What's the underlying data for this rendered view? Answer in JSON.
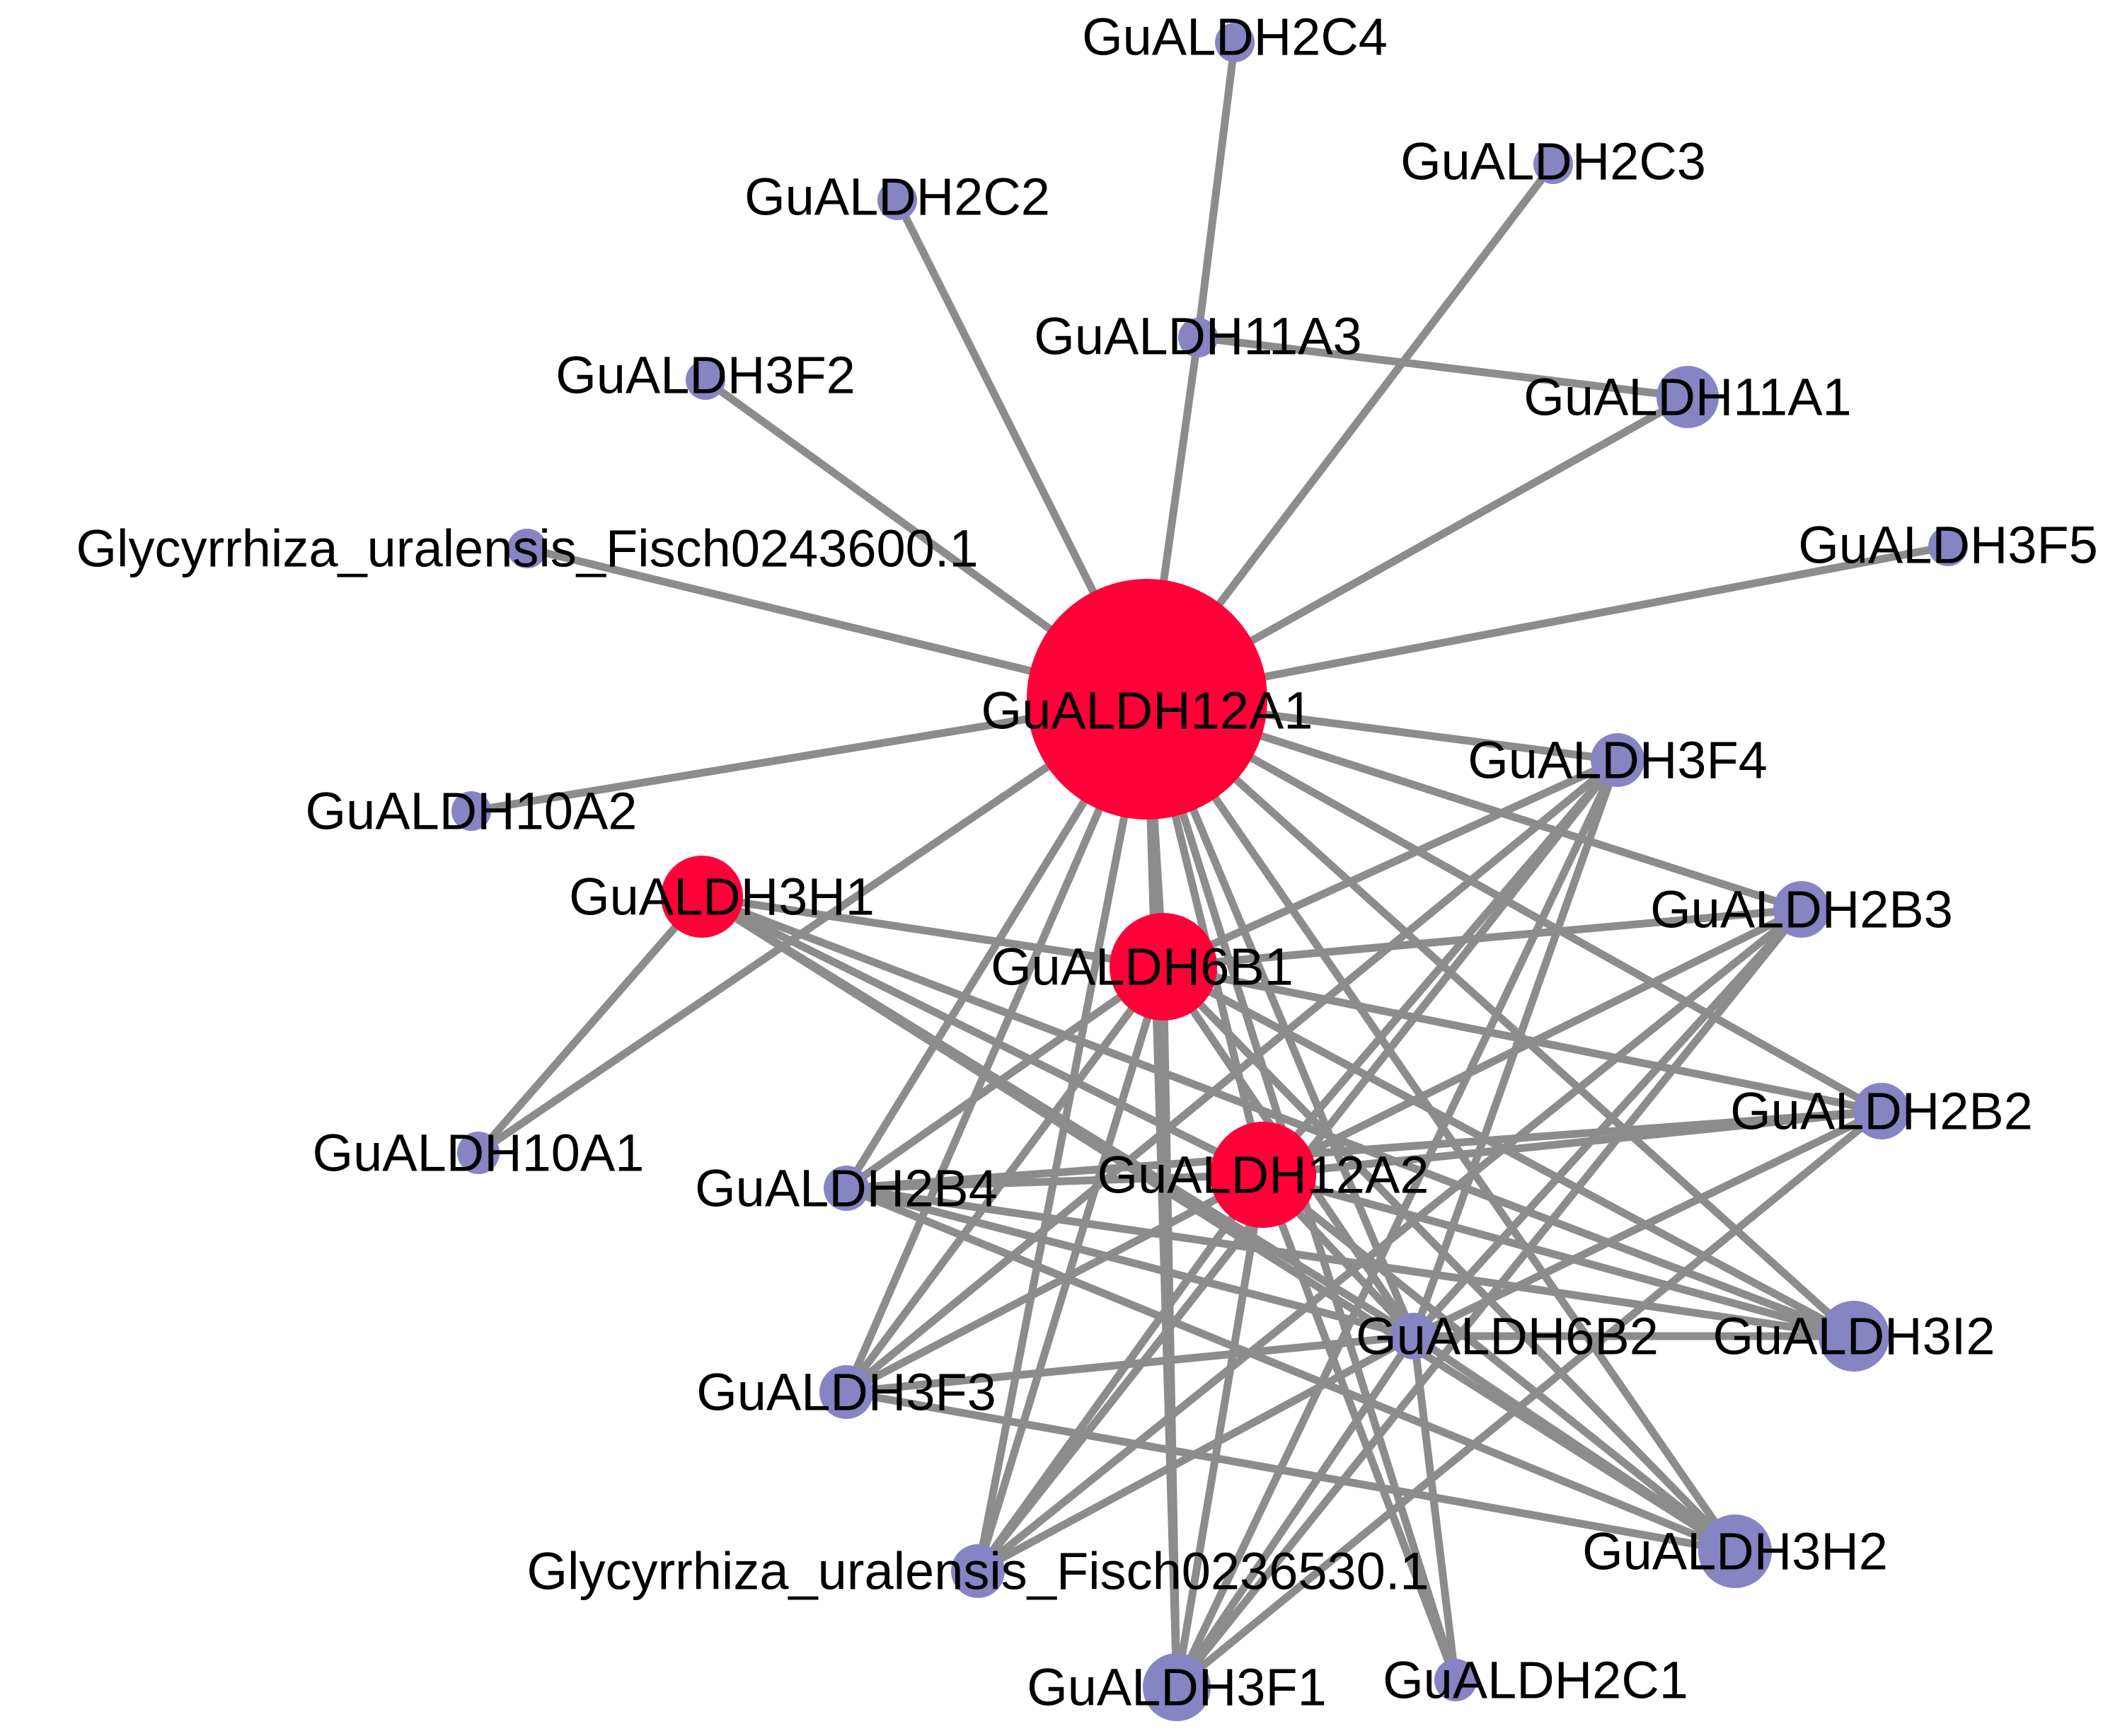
{
  "colors": {
    "edge": "#8c8c8c",
    "hub_node": "#ff0039",
    "leaf_node": "#8684c2",
    "label": "#000000"
  },
  "nodes": [
    {
      "id": "GuALDH12A1",
      "label": "GuALDH12A1",
      "group": "hub"
    },
    {
      "id": "GuALDH6B1",
      "label": "GuALDH6B1",
      "group": "hub"
    },
    {
      "id": "GuALDH3H1",
      "label": "GuALDH3H1",
      "group": "hub"
    },
    {
      "id": "GuALDH12A2",
      "label": "GuALDH12A2",
      "group": "hub"
    },
    {
      "id": "GuALDH2C4",
      "label": "GuALDH2C4",
      "group": "leaf"
    },
    {
      "id": "GuALDH2C3",
      "label": "GuALDH2C3",
      "group": "leaf"
    },
    {
      "id": "GuALDH2C2",
      "label": "GuALDH2C2",
      "group": "leaf"
    },
    {
      "id": "GuALDH11A3",
      "label": "GuALDH11A3",
      "group": "leaf"
    },
    {
      "id": "GuALDH11A1",
      "label": "GuALDH11A1",
      "group": "leaf"
    },
    {
      "id": "GuALDH3F2",
      "label": "GuALDH3F2",
      "group": "leaf"
    },
    {
      "id": "Gu0243600",
      "label": "Glycyrrhiza_uralensis_Fisch0243600.1",
      "group": "leaf"
    },
    {
      "id": "GuALDH3F5",
      "label": "GuALDH3F5",
      "group": "leaf"
    },
    {
      "id": "GuALDH3F4",
      "label": "GuALDH3F4",
      "group": "leaf"
    },
    {
      "id": "GuALDH10A2",
      "label": "GuALDH10A2",
      "group": "leaf"
    },
    {
      "id": "GuALDH2B3",
      "label": "GuALDH2B3",
      "group": "leaf"
    },
    {
      "id": "GuALDH2B2",
      "label": "GuALDH2B2",
      "group": "leaf"
    },
    {
      "id": "GuALDH10A1",
      "label": "GuALDH10A1",
      "group": "leaf"
    },
    {
      "id": "GuALDH2B4",
      "label": "GuALDH2B4",
      "group": "leaf"
    },
    {
      "id": "GuALDH6B2",
      "label": "GuALDH6B2",
      "group": "leaf"
    },
    {
      "id": "GuALDH3I2",
      "label": "GuALDH3I2",
      "group": "leaf"
    },
    {
      "id": "GuALDH3F3",
      "label": "GuALDH3F3",
      "group": "leaf"
    },
    {
      "id": "Gu0236530",
      "label": "Glycyrrhiza_uralensis_Fisch0236530.1",
      "group": "leaf"
    },
    {
      "id": "GuALDH3H2",
      "label": "GuALDH3H2",
      "group": "leaf"
    },
    {
      "id": "GuALDH3F1",
      "label": "GuALDH3F1",
      "group": "leaf"
    },
    {
      "id": "GuALDH2C1",
      "label": "GuALDH2C1",
      "group": "leaf"
    }
  ],
  "edges": [
    [
      "GuALDH12A1",
      "GuALDH2C2"
    ],
    [
      "GuALDH12A1",
      "GuALDH11A3"
    ],
    [
      "GuALDH12A1",
      "GuALDH2C3"
    ],
    [
      "GuALDH12A1",
      "GuALDH11A1"
    ],
    [
      "GuALDH12A1",
      "GuALDH3F2"
    ],
    [
      "GuALDH12A1",
      "Gu0243600"
    ],
    [
      "GuALDH12A1",
      "GuALDH3F5"
    ],
    [
      "GuALDH12A1",
      "GuALDH3F4"
    ],
    [
      "GuALDH12A1",
      "GuALDH10A2"
    ],
    [
      "GuALDH12A1",
      "GuALDH2B3"
    ],
    [
      "GuALDH12A1",
      "GuALDH6B1"
    ],
    [
      "GuALDH12A1",
      "GuALDH10A1"
    ],
    [
      "GuALDH12A1",
      "GuALDH2B4"
    ],
    [
      "GuALDH12A1",
      "GuALDH3F3"
    ],
    [
      "GuALDH12A1",
      "Gu0236530"
    ],
    [
      "GuALDH12A1",
      "GuALDH3F1"
    ],
    [
      "GuALDH12A1",
      "GuALDH6B2"
    ],
    [
      "GuALDH12A1",
      "GuALDH2C1"
    ],
    [
      "GuALDH12A1",
      "GuALDH3H2"
    ],
    [
      "GuALDH12A1",
      "GuALDH3I2"
    ],
    [
      "GuALDH12A1",
      "GuALDH2B2"
    ],
    [
      "GuALDH12A1",
      "GuALDH12A2"
    ],
    [
      "GuALDH11A3",
      "GuALDH2C4"
    ],
    [
      "GuALDH11A3",
      "GuALDH11A1"
    ],
    [
      "GuALDH3H1",
      "GuALDH10A1"
    ],
    [
      "GuALDH3H1",
      "GuALDH6B1"
    ],
    [
      "GuALDH3H1",
      "GuALDH12A2"
    ],
    [
      "GuALDH3H1",
      "GuALDH6B2"
    ],
    [
      "GuALDH3H1",
      "GuALDH3I2"
    ],
    [
      "GuALDH3H1",
      "GuALDH3H2"
    ],
    [
      "GuALDH6B1",
      "GuALDH2B3"
    ],
    [
      "GuALDH6B1",
      "GuALDH3F4"
    ],
    [
      "GuALDH6B1",
      "GuALDH2B2"
    ],
    [
      "GuALDH6B1",
      "GuALDH2B4"
    ],
    [
      "GuALDH6B1",
      "GuALDH3F3"
    ],
    [
      "GuALDH6B1",
      "Gu0236530"
    ],
    [
      "GuALDH6B1",
      "GuALDH3F1"
    ],
    [
      "GuALDH6B1",
      "GuALDH6B2"
    ],
    [
      "GuALDH6B1",
      "GuALDH3H2"
    ],
    [
      "GuALDH6B1",
      "GuALDH3I2"
    ],
    [
      "GuALDH12A2",
      "GuALDH3F4"
    ],
    [
      "GuALDH12A2",
      "GuALDH2B3"
    ],
    [
      "GuALDH12A2",
      "GuALDH2B2"
    ],
    [
      "GuALDH12A2",
      "GuALDH2B4"
    ],
    [
      "GuALDH12A2",
      "GuALDH3F3"
    ],
    [
      "GuALDH12A2",
      "Gu0236530"
    ],
    [
      "GuALDH12A2",
      "GuALDH3F1"
    ],
    [
      "GuALDH12A2",
      "GuALDH6B2"
    ],
    [
      "GuALDH12A2",
      "GuALDH3H2"
    ],
    [
      "GuALDH12A2",
      "GuALDH3I2"
    ],
    [
      "GuALDH12A2",
      "GuALDH2C1"
    ],
    [
      "GuALDH6B2",
      "GuALDH3F4"
    ],
    [
      "GuALDH6B2",
      "GuALDH2B3"
    ],
    [
      "GuALDH6B2",
      "GuALDH2B2"
    ],
    [
      "GuALDH6B2",
      "GuALDH2B4"
    ],
    [
      "GuALDH6B2",
      "GuALDH3F3"
    ],
    [
      "GuALDH6B2",
      "GuALDH3I2"
    ],
    [
      "GuALDH6B2",
      "GuALDH3H2"
    ],
    [
      "GuALDH6B2",
      "Gu0236530"
    ],
    [
      "GuALDH6B2",
      "GuALDH3F1"
    ],
    [
      "GuALDH6B2",
      "GuALDH2C1"
    ],
    [
      "GuALDH3F4",
      "GuALDH3F3"
    ],
    [
      "GuALDH3F4",
      "GuALDH3F1"
    ],
    [
      "GuALDH3F4",
      "Gu0236530"
    ],
    [
      "GuALDH2B3",
      "Gu0236530"
    ],
    [
      "GuALDH2B3",
      "GuALDH3F1"
    ],
    [
      "GuALDH2B2",
      "GuALDH3F1"
    ],
    [
      "GuALDH2B2",
      "GuALDH2B4"
    ],
    [
      "GuALDH2B4",
      "GuALDH3I2"
    ],
    [
      "GuALDH2B4",
      "GuALDH3H2"
    ],
    [
      "GuALDH3F3",
      "GuALDH3H2"
    ]
  ]
}
